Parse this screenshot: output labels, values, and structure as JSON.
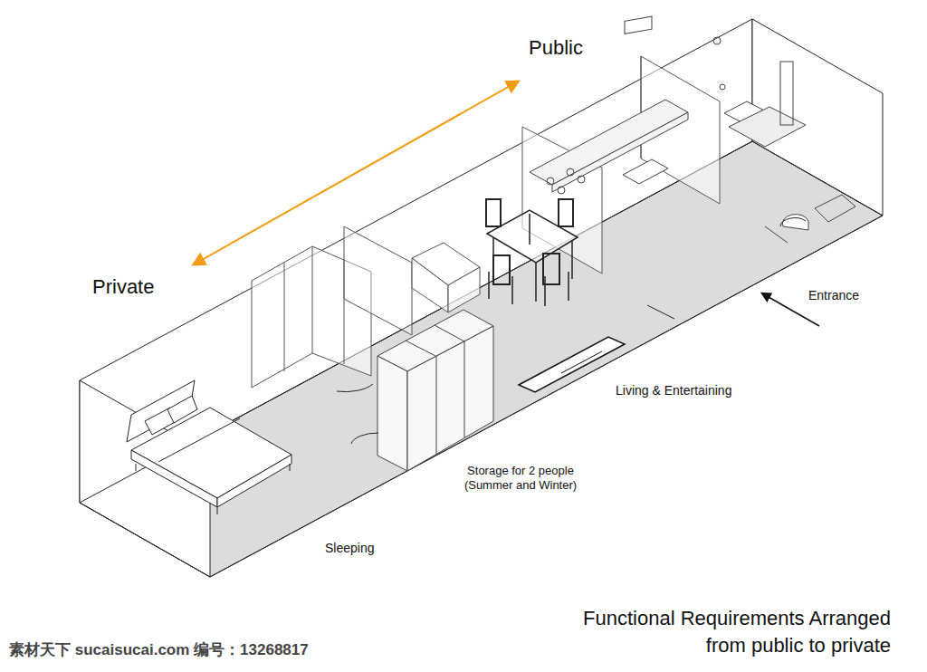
{
  "diagram": {
    "caption": "Functional Requirements Arranged from public to private",
    "labels": [
      "Public",
      "Private",
      "Entrance",
      "Living & Entertaining",
      "Storage for 2 people (Summer and Winter)",
      "Sleeping",
      "素材天下 sucaisucai.com 编号：13268817"
    ]
  }
}
